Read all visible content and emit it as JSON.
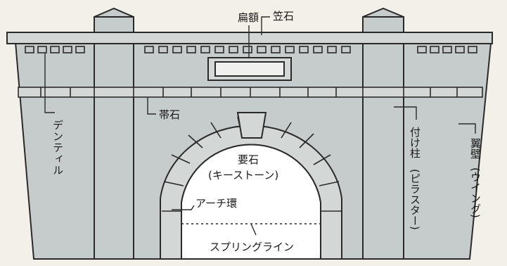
{
  "labels": {
    "plaque": "扁額",
    "coping": "笠石",
    "dentil": "デンティル",
    "string_course": "帯石",
    "keystone_line1": "要石",
    "keystone_line2": "(キーストーン)",
    "pilaster_line1": "付け柱",
    "pilaster_line2": "(ピラスター)",
    "wing_line1": "翼壁",
    "wing_line2": "(ウイング)",
    "arch_ring": "アーチ環",
    "spring_line": "スプリングライン"
  },
  "colors": {
    "background": "#f2f0e8",
    "wall": "#c6cbcb",
    "wall_light": "#d3d7d6",
    "opening": "#ffffff",
    "line": "#2a2a2a"
  }
}
